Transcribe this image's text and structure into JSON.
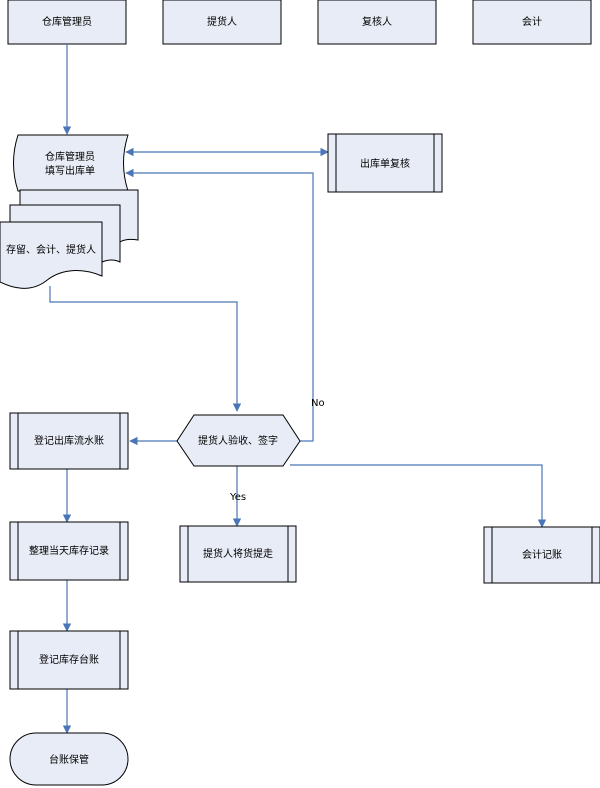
{
  "lanes": {
    "warehouse_manager": "仓库管理员",
    "picker": "提货人",
    "reviewer": "复核人",
    "accountant": "会计"
  },
  "nodes": {
    "fill_out_line1": "仓库管理员",
    "fill_out_line2": "填写出库单",
    "documents": "存留、会计、提货人",
    "review": "出库单复核",
    "decision": "提货人验收、签字",
    "register_flow": "登记出库流水账",
    "organize_stock": "整理当天库存记录",
    "register_ledger": "登记库存台账",
    "keep_ledger": "台账保管",
    "picker_take": "提货人将货提走",
    "accounting": "会计记账"
  },
  "edges": {
    "no_label": "No",
    "yes_label": "Yes"
  },
  "colors": {
    "node_fill": "#e8ecf6",
    "node_stroke": "#000000",
    "arrow": "#4a76b8"
  }
}
